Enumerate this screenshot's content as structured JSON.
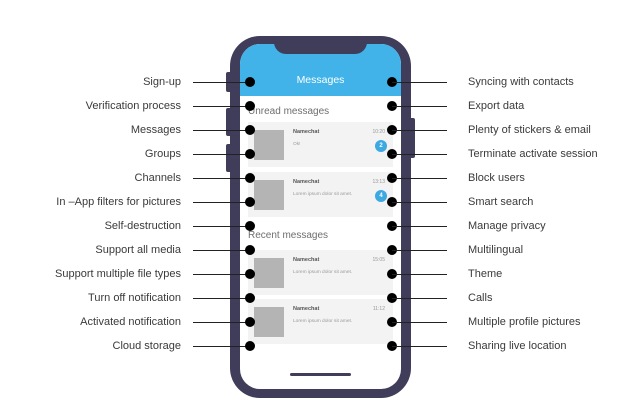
{
  "phone": {
    "header_title": "Messages",
    "unread_title": "Unread messages",
    "recent_title": "Recent messages",
    "unread": [
      {
        "name": "Namechat",
        "time": "10:20",
        "preview": "Ok!",
        "badge": "2"
      },
      {
        "name": "Namechat",
        "time": "13:13",
        "preview": "Lorem ipsum dolor sit amet.",
        "badge": "4"
      }
    ],
    "recent": [
      {
        "name": "Namechat",
        "time": "15:05",
        "preview": "Lorem ipsum dolor sit amet."
      },
      {
        "name": "Namechat",
        "time": "11:12",
        "preview": "Lorem ipsum dolor sit amet."
      }
    ]
  },
  "features_left": [
    "Sign-up",
    "Verification process",
    "Messages",
    "Groups",
    "Channels",
    "In –App filters for pictures",
    "Self-destruction",
    "Support all media",
    "Support multiple file types",
    "Turn off notification",
    "Activated notification",
    "Cloud storage"
  ],
  "features_right": [
    "Syncing with contacts",
    "Export data",
    "Plenty of stickers & email",
    "Terminate activate session",
    "Block users",
    "Smart search",
    "Manage privacy",
    "Multilingual",
    "Theme",
    "Calls",
    "Multiple profile pictures",
    "Sharing live location"
  ],
  "colors": {
    "header": "#42b3e8",
    "frame": "#3f3d5a",
    "badge": "#3ea8e0"
  }
}
